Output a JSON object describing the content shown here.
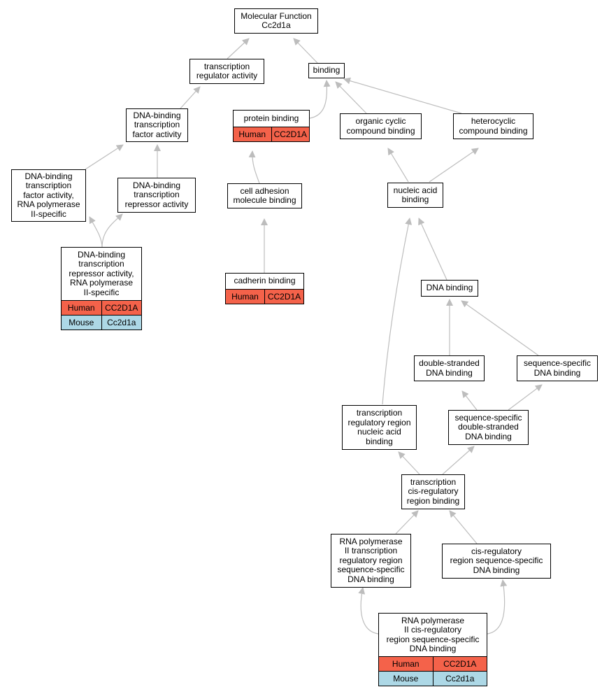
{
  "title": "Molecular Function\nCc2d1a",
  "colors": {
    "human": "#f4624a",
    "mouse": "#add8e6",
    "edge": "#bdbdbd"
  },
  "nodes": {
    "mf": "Molecular Function\nCc2d1a",
    "tra": "transcription\nregulator activity",
    "binding": "binding",
    "dbtfa": "DNA-binding\ntranscription\nfactor activity",
    "protein_binding": "protein binding",
    "ocb": "organic cyclic\ncompound binding",
    "hcb": "heterocyclic\ncompound binding",
    "dbtfa_rnap2": "DNA-binding\ntranscription\nfactor activity,\nRNA polymerase\nII-specific",
    "dbtra": "DNA-binding\ntranscription\nrepressor activity",
    "camb": "cell adhesion\nmolecule binding",
    "nab": "nucleic acid\nbinding",
    "dbtra_rnap2": "DNA-binding\ntranscription\nrepressor activity,\nRNA polymerase\nII-specific",
    "cadherin": "cadherin binding",
    "dnab": "DNA binding",
    "dsdna": "double-stranded\nDNA binding",
    "ssdna": "sequence-specific\nDNA binding",
    "trrnab": "transcription\nregulatory region\nnucleic acid\nbinding",
    "ssdsdna": "sequence-specific\ndouble-stranded\nDNA binding",
    "tcrrb": "transcription\ncis-regulatory\nregion binding",
    "rnap2trr": "RNA polymerase\nII transcription\nregulatory region\nsequence-specific\nDNA binding",
    "crrss": "cis-regulatory\nregion sequence-specific\nDNA binding",
    "rnap2cr": "RNA polymerase\nII cis-regulatory\nregion sequence-specific\nDNA binding"
  },
  "annotations": {
    "protein_binding": [
      {
        "species": "Human",
        "gene": "CC2D1A"
      }
    ],
    "cadherin": [
      {
        "species": "Human",
        "gene": "CC2D1A"
      }
    ],
    "dbtra_rnap2": [
      {
        "species": "Human",
        "gene": "CC2D1A"
      },
      {
        "species": "Mouse",
        "gene": "Cc2d1a"
      }
    ],
    "rnap2cr": [
      {
        "species": "Human",
        "gene": "CC2D1A"
      },
      {
        "species": "Mouse",
        "gene": "Cc2d1a"
      }
    ]
  }
}
